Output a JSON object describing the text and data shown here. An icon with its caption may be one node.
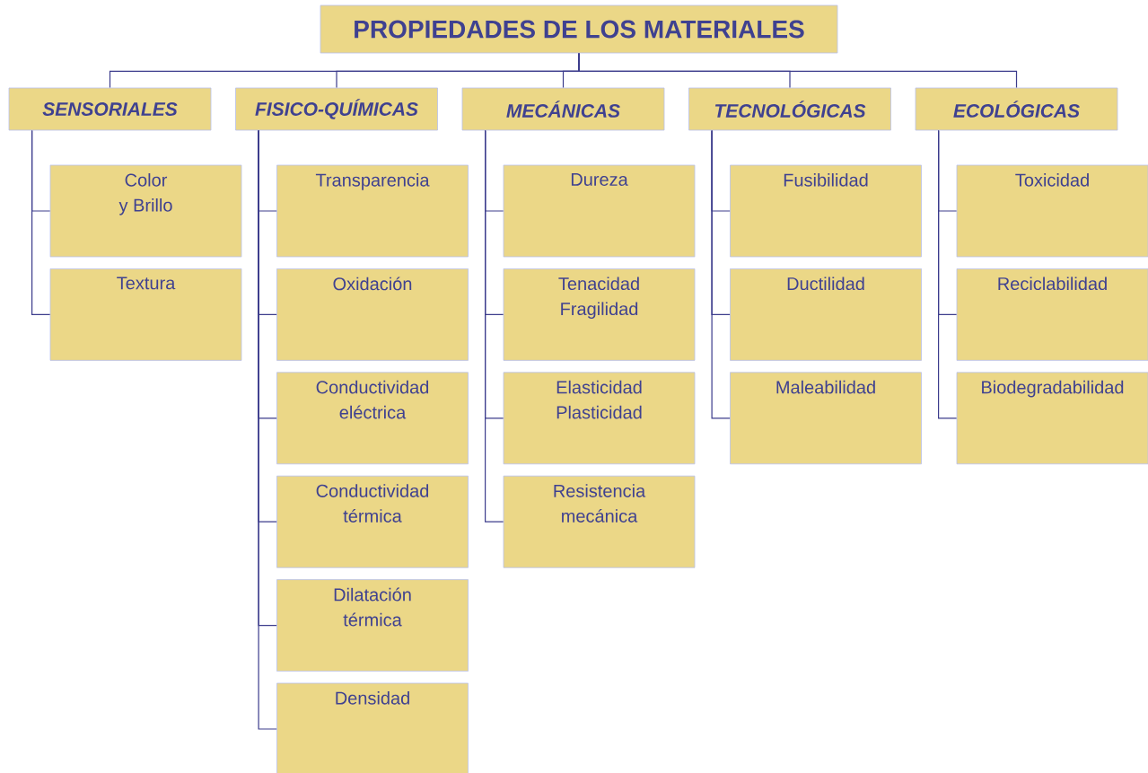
{
  "diagram": {
    "nodes": [
      {
        "text": [
          "PROPIEDADES DE LOS MATERIALES"
        ]
      },
      {
        "text": [
          "SENSORIALES"
        ]
      },
      {
        "text": [
          "FISICO-QUÍMICAS"
        ]
      },
      {
        "text": [
          "MECÁNICAS"
        ]
      },
      {
        "text": [
          "TECNOLÓGICAS"
        ]
      },
      {
        "text": [
          "ECOLÓGICAS"
        ]
      },
      {
        "text": [
          "Color y Brillo"
        ]
      },
      {
        "text": [
          "Textura"
        ]
      },
      {
        "text": [
          "Transparencia"
        ]
      },
      {
        "text": [
          "Oxidación"
        ]
      },
      {
        "text": [
          "Conductividad eléctrica"
        ]
      },
      {
        "text": [
          "Conductividad térmica"
        ]
      },
      {
        "text": [
          "Dilatación térmica"
        ]
      },
      {
        "text": [
          "Densidad"
        ]
      },
      {
        "text": [
          "Dureza"
        ]
      },
      {
        "text": [
          "Tenacidad Fragilidad"
        ]
      },
      {
        "text": [
          "Elasticidad Plasticidad"
        ]
      },
      {
        "text": [
          "Resistencia mecánica"
        ]
      },
      {
        "text": [
          "Fusibilidad"
        ]
      },
      {
        "text": [
          "Ductilidad"
        ]
      },
      {
        "text": [
          "Maleabilidad"
        ]
      },
      {
        "text": [
          "Toxicidad"
        ]
      },
      {
        "text": [
          "Reciclabilidad"
        ]
      },
      {
        "text": [
          "Biodegradabilidad"
        ]
      }
    ],
    "edges": [
      {
        "from": 0,
        "to": 1,
        "arrow": "none"
      },
      {
        "from": 0,
        "to": 2,
        "arrow": "none"
      },
      {
        "from": 0,
        "to": 3,
        "arrow": "none"
      },
      {
        "from": 0,
        "to": 4,
        "arrow": "none"
      },
      {
        "from": 0,
        "to": 5,
        "arrow": "none"
      },
      {
        "from": 1,
        "to": 6,
        "arrow": "none"
      },
      {
        "from": 1,
        "to": 7,
        "arrow": "none"
      },
      {
        "from": 2,
        "to": 8,
        "arrow": "none"
      },
      {
        "from": 2,
        "to": 9,
        "arrow": "none"
      },
      {
        "from": 2,
        "to": 10,
        "arrow": "none"
      },
      {
        "from": 2,
        "to": 11,
        "arrow": "none"
      },
      {
        "from": 2,
        "to": 12,
        "arrow": "none"
      },
      {
        "from": 2,
        "to": 13,
        "arrow": "none"
      },
      {
        "from": 3,
        "to": 14,
        "arrow": "none"
      },
      {
        "from": 3,
        "to": 15,
        "arrow": "none"
      },
      {
        "from": 3,
        "to": 16,
        "arrow": "none"
      },
      {
        "from": 3,
        "to": 17,
        "arrow": "none"
      },
      {
        "from": 4,
        "to": 18,
        "arrow": "none"
      },
      {
        "from": 4,
        "to": 19,
        "arrow": "none"
      },
      {
        "from": 4,
        "to": 20,
        "arrow": "none"
      },
      {
        "from": 5,
        "to": 21,
        "arrow": "none"
      },
      {
        "from": 5,
        "to": 22,
        "arrow": "none"
      },
      {
        "from": 5,
        "to": 23,
        "arrow": "none"
      }
    ]
  }
}
